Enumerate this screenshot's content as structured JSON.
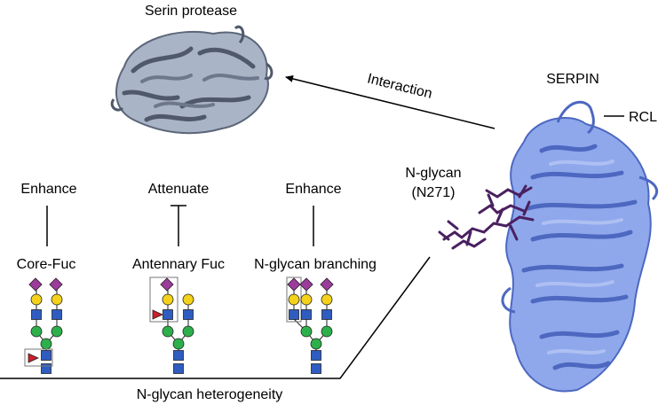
{
  "labels": {
    "serin_protease": "Serin protease",
    "interaction": "Interaction",
    "serpin": "SERPIN",
    "rcl": "RCL",
    "nglycan_line1": "N-glycan",
    "nglycan_line2": "(N271)",
    "heterogeneity": "N-glycan heterogeneity"
  },
  "columns": [
    {
      "effect": "Enhance",
      "modification": "Core-Fuc"
    },
    {
      "effect": "Attenuate",
      "modification": "Antennary Fuc"
    },
    {
      "effect": "Enhance",
      "modification": "N-glycan branching"
    }
  ],
  "colors": {
    "mannose": "#2db04b",
    "galactose": "#f4d11a",
    "glcnac": "#2f5cc0",
    "sialic": "#9b3b9c",
    "fucose": "#cc1f2a",
    "protease": "#7f8ba0",
    "serpin": "#6f8fe0",
    "glycan_stick": "#4a2060"
  }
}
